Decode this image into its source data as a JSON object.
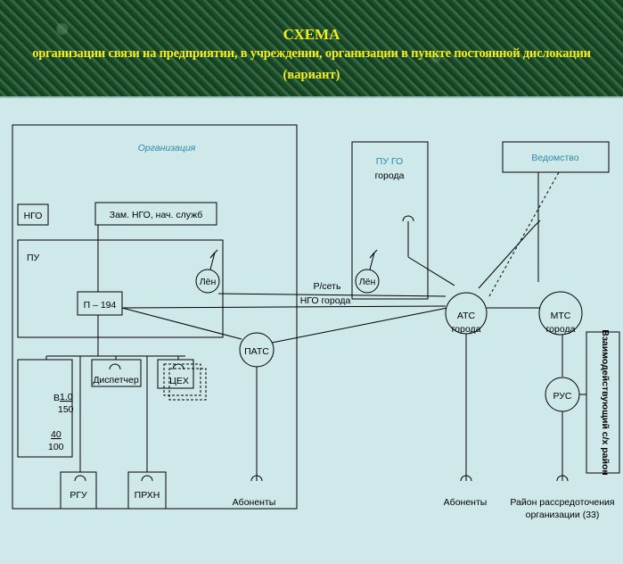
{
  "header": {
    "title": "СХЕМА",
    "subtitle": "организации связи на предприятии, в учреждении, организации в пункте постоянной дислокации",
    "variant": "(вариант)"
  },
  "diagram": {
    "organization": "Организация",
    "ngo": "НГО",
    "deputy": "Зам. НГО, нач. служб",
    "pu": "ПУ",
    "p194": "П – 194",
    "len1": "Лён",
    "len2": "Лён",
    "pugo_line1": "ПУ ГО",
    "pugo_line2": "города",
    "vedomstvo": "Ведомство",
    "radio_net_1": "Р/сеть",
    "radio_net_2": "НГО города",
    "pats": "ПАТС",
    "ats_1": "АТС",
    "ats_2": "города",
    "mts_1": "МТС",
    "mts_2": "города",
    "rus": "РУС",
    "interaction": "Взаимодействующий с/х район",
    "dispatcher": "Диспетчер",
    "shop": "ЦЕХ",
    "b_label": "В",
    "b_val1_num": "1.0",
    "b_val1_den": "150",
    "b_val2_num": "40",
    "b_val2_den": "100",
    "rgu": "РГУ",
    "prhn": "ПРХН",
    "subscribers1": "Абоненты",
    "subscribers2": "Абоненты",
    "district_1": "Район рассредоточения",
    "district_2": "организации (33)"
  }
}
